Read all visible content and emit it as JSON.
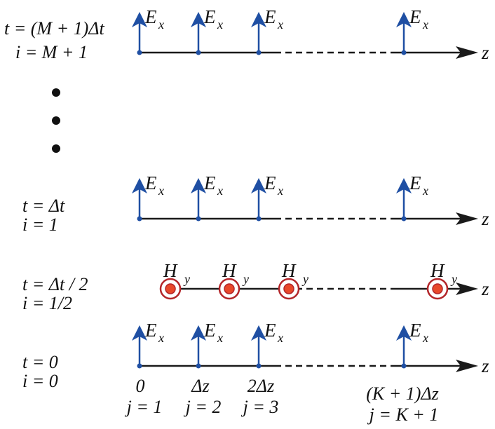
{
  "colors": {
    "e_field": "#1f4fa3",
    "h_ring": "#b3262a",
    "h_fill": "#e8482a",
    "axis": "#1a1a1a"
  },
  "axis_label": "z",
  "e_label": {
    "main": "E",
    "sub": "x"
  },
  "h_label": {
    "main": "H",
    "sub": "y"
  },
  "rows": [
    {
      "kind": "E",
      "t_label": "t = (M + 1)Δt",
      "i_label": "i = M + 1"
    },
    {
      "kind": "E",
      "t_label": "t = Δt",
      "i_label": "i = 1"
    },
    {
      "kind": "H",
      "t_label": "t = Δt / 2",
      "i_label": "i = 1/2"
    },
    {
      "kind": "E",
      "t_label": "t = 0",
      "i_label": "i = 0"
    }
  ],
  "ellipsis_dots": 3,
  "positions": [
    {
      "z": "0",
      "j": "j = 1"
    },
    {
      "z": "Δz",
      "j": "j = 2"
    },
    {
      "z": "2Δz",
      "j": "j = 3"
    },
    {
      "z": "(K + 1)Δz",
      "j": "j = K + 1"
    }
  ]
}
